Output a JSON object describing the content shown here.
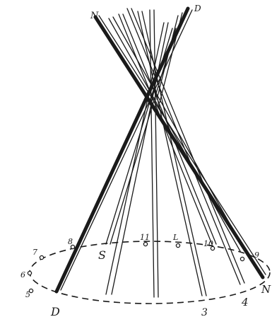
{
  "diagram": {
    "labels": {
      "tip_left": "N",
      "tip_right": "D",
      "base_s": "S",
      "base_d": "D",
      "base_n": "N",
      "base_3": "3",
      "base_4": "4",
      "n5": "5",
      "n6": "6",
      "n7": "7",
      "n8": "8",
      "n9": "9",
      "n10": "10",
      "n11": "11",
      "nL": "L"
    },
    "colors": {
      "ink": "#1a1a1a",
      "paper": "#ffffff"
    }
  }
}
